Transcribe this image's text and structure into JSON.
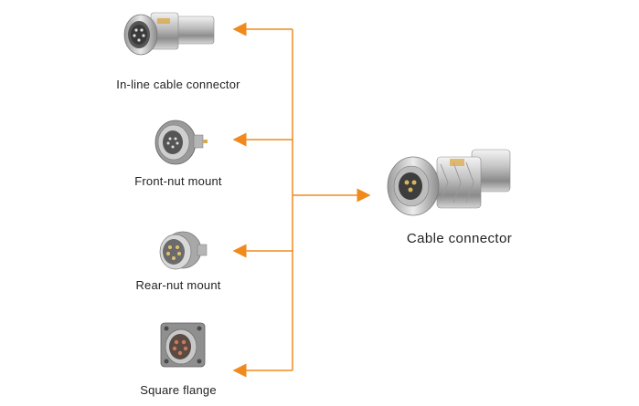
{
  "diagram": {
    "accent_color": "#f08a1c",
    "hub": {
      "label": "Cable connector",
      "icon": "cable-connector-icon"
    },
    "variants": [
      {
        "label": "In-line cable connector",
        "icon": "inline-cable-connector-icon"
      },
      {
        "label": "Front-nut mount",
        "icon": "front-nut-mount-icon"
      },
      {
        "label": "Rear-nut mount",
        "icon": "rear-nut-mount-icon"
      },
      {
        "label": "Square flange",
        "icon": "square-flange-icon"
      }
    ]
  }
}
